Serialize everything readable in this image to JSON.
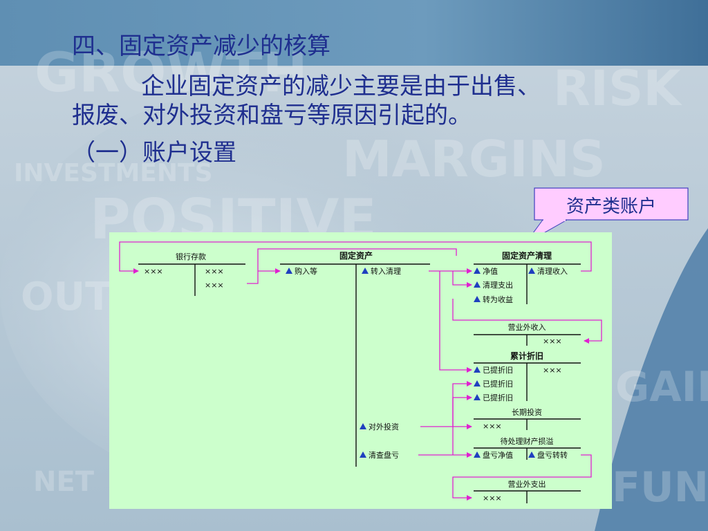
{
  "slide": {
    "title": "四、固定资产减少的核算",
    "paragraph_line1": "企业固定资产的减少主要是由于出售、",
    "paragraph_line2": "报废、对外投资和盘亏等原因引起的。",
    "subheading": "（一）账户设置",
    "callout": "资产类账户"
  },
  "background_words": [
    "GROWTH",
    "RISK",
    "INVESTMENTS",
    "MARGINS",
    "POSITIVE",
    "OUTLOOK",
    "NET",
    "GAINS",
    "FUNDS"
  ],
  "diagram": {
    "accounts": {
      "bank": {
        "name": "银行存款",
        "debit": "×××",
        "credit": [
          "×××",
          "×××"
        ]
      },
      "fixed_assets": {
        "name": "固定资产",
        "debit_entry": "购入等",
        "credit_entries": [
          "转入清理",
          "对外投资",
          "清查盘亏"
        ]
      },
      "fa_clearance": {
        "name": "固定资产清理",
        "debit_entries": [
          "净值",
          "清理支出",
          "转为收益"
        ],
        "credit_entry": "清理收入"
      },
      "non_op_income": {
        "name": "营业外收入",
        "credit": "×××"
      },
      "acc_depreciation": {
        "name": "累计折旧",
        "debit_entries": [
          "已提折旧",
          "已提折旧",
          "已提折旧"
        ],
        "credit": "×××"
      },
      "lt_investment": {
        "name": "长期投资",
        "debit": "×××"
      },
      "pending_loss": {
        "name": "待处理财产损溢",
        "debit_entry": "盘亏净值",
        "credit_entry": "盘亏转转"
      },
      "non_op_expense": {
        "name": "营业外支出",
        "debit": "×××"
      }
    }
  },
  "colors": {
    "text_blue": "#1f2f8f",
    "arrow": "#e020d0",
    "diagram_bg": "#ccffcc",
    "callout_bg": "#ffccff",
    "triangle": "#1f3fbf"
  }
}
